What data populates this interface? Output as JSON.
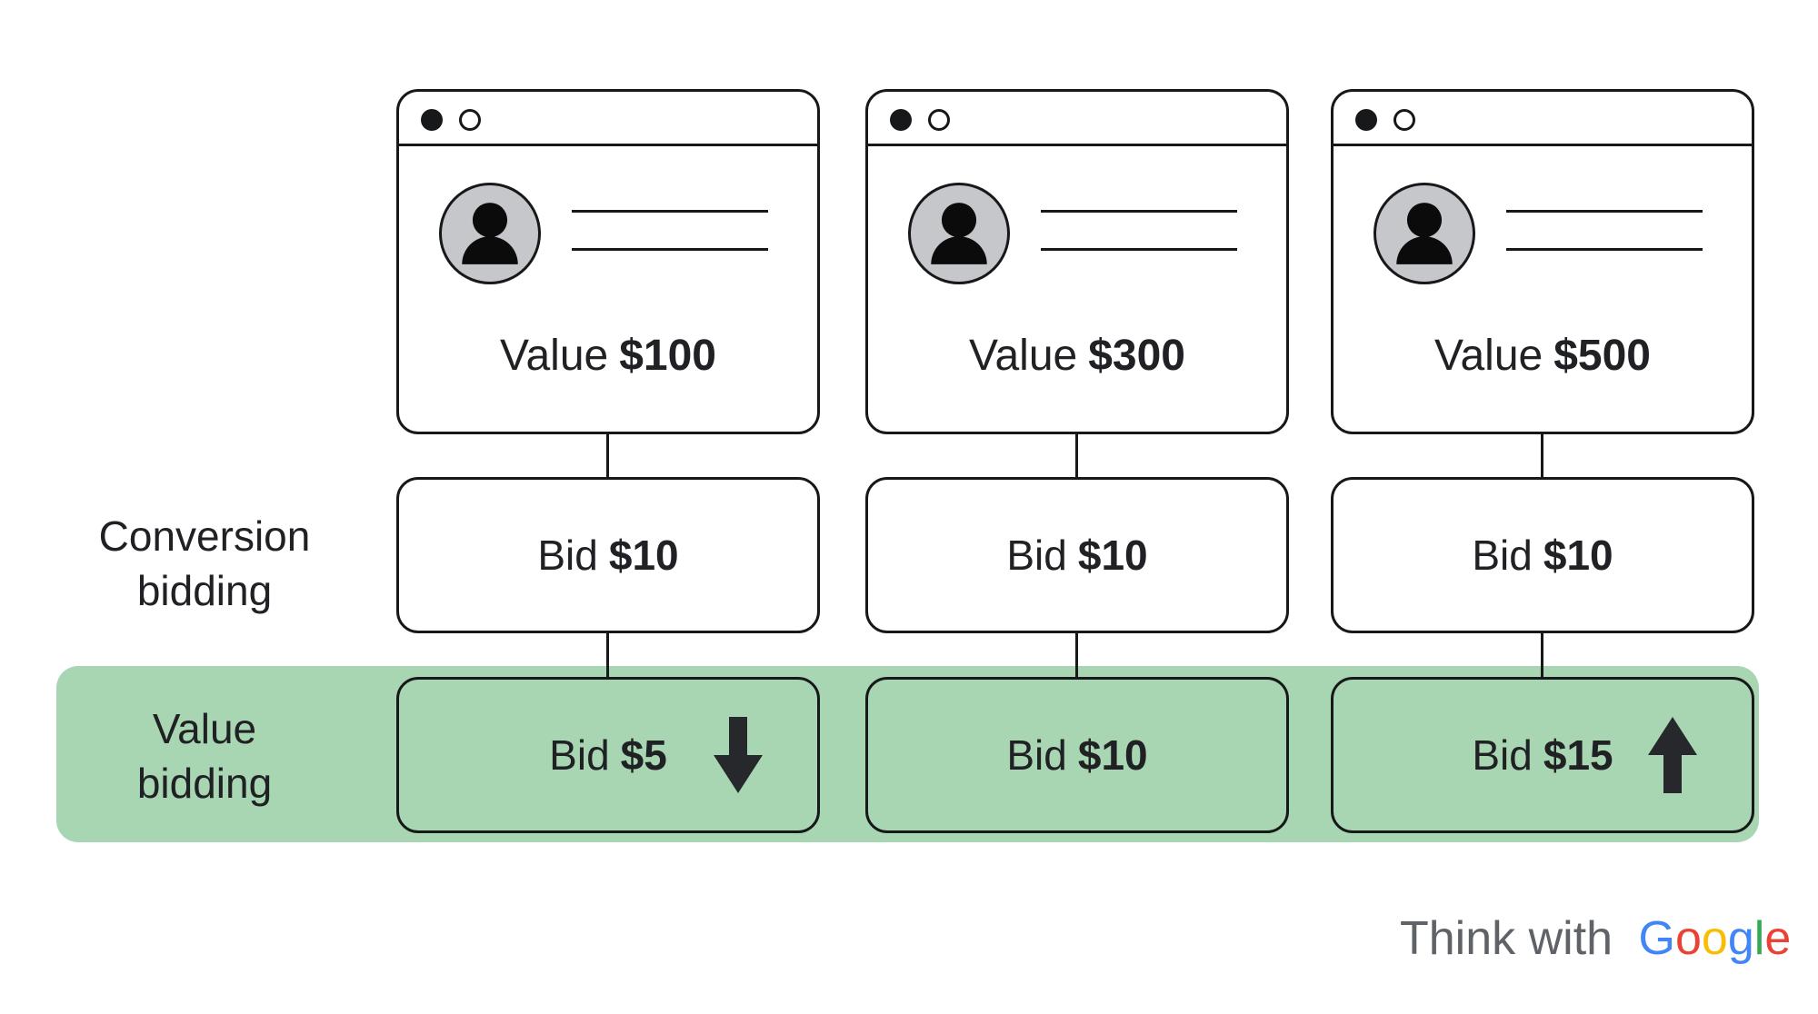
{
  "diagram": {
    "row_labels": {
      "conversion": "Conversion bidding",
      "value": "Value bidding"
    },
    "columns": [
      {
        "window": {
          "value_label": "Value",
          "value_amount": "$100"
        },
        "conversion_bid": {
          "label": "Bid",
          "amount": "$10"
        },
        "value_bid": {
          "label": "Bid",
          "amount": "$5",
          "trend": "down"
        }
      },
      {
        "window": {
          "value_label": "Value",
          "value_amount": "$300"
        },
        "conversion_bid": {
          "label": "Bid",
          "amount": "$10"
        },
        "value_bid": {
          "label": "Bid",
          "amount": "$10",
          "trend": "none"
        }
      },
      {
        "window": {
          "value_label": "Value",
          "value_amount": "$500"
        },
        "conversion_bid": {
          "label": "Bid",
          "amount": "$10"
        },
        "value_bid": {
          "label": "Bid",
          "amount": "$15",
          "trend": "up"
        }
      }
    ],
    "colors": {
      "band_green": "#a8d6b2",
      "ink": "#17181a",
      "text": "#202124",
      "avatar_gray": "#c5c7ca",
      "arrow": "#26282c"
    }
  },
  "footer": {
    "think_with_text": "Think with",
    "think_with_color": "#5f6368",
    "google_letters": [
      {
        "ch": "G",
        "color": "#4285F4"
      },
      {
        "ch": "o",
        "color": "#EA4335"
      },
      {
        "ch": "o",
        "color": "#FBBC05"
      },
      {
        "ch": "g",
        "color": "#4285F4"
      },
      {
        "ch": "l",
        "color": "#34A853"
      },
      {
        "ch": "e",
        "color": "#EA4335"
      }
    ]
  }
}
